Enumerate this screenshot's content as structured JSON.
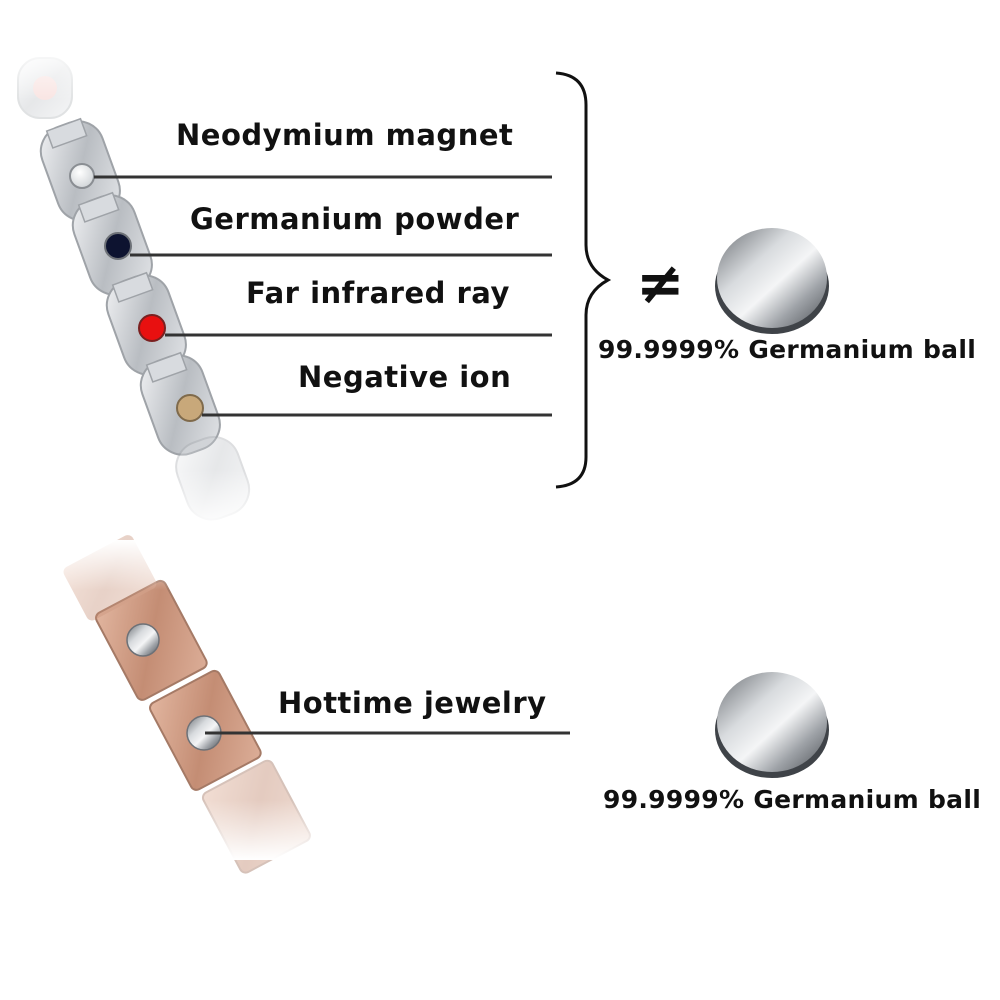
{
  "top_section": {
    "labels": [
      "Neodymium magnet",
      "Germanium powder",
      "Far infrared ray",
      "Negative ion"
    ],
    "not_equal_symbol": "≠",
    "ball_caption": "99.9999% Germanium  ball"
  },
  "bottom_section": {
    "label": "Hottime  jewelry",
    "ball_caption": "99.9999% Germanium  ball"
  },
  "colors": {
    "text": "#111111",
    "line": "#333333",
    "stone_clear": "#e8eef2",
    "stone_black": "#0d1330",
    "stone_red": "#e81010",
    "stone_gold": "#c8a87a",
    "silver_link": "#c6c9cd",
    "rose_gold_link": "#c9967e"
  }
}
